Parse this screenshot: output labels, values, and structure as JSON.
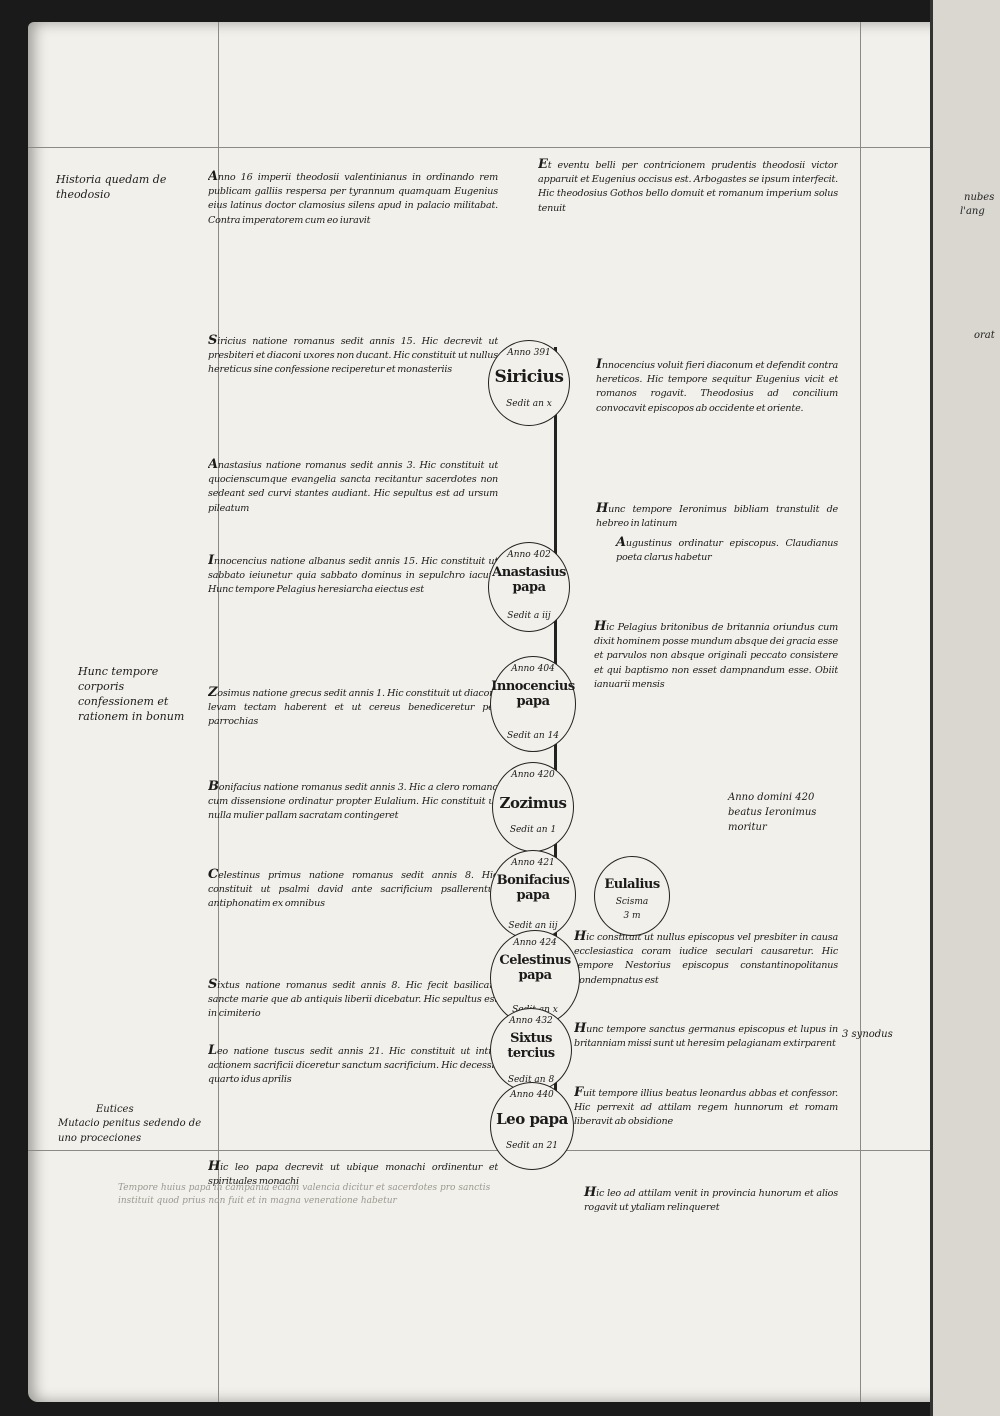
{
  "margin": {
    "note_theodosius": "Historia quedam de theodosio",
    "note_confession": "Hunc tempore corporis confessionem et rationem in bonum",
    "note_eutices_title": "Eutices",
    "note_eutices": "Mutacio penitus sedendo de uno proceciones"
  },
  "column_left": [
    "Anno 16 imperii theodosii valentinianus in ordinando rem publicam galliis respersa per tyrannum quamquam Eugenius eius latinus doctor clamosius silens apud in palacio militabat. Contra imperatorem cum eo iuravit",
    "Siricius natione romanus sedit annis 15. Hic decrevit ut presbiteri et diaconi uxores non ducant. Hic constituit ut nullus hereticus sine confessione reciperetur et monasteriis",
    "Anastasius natione romanus sedit annis 3. Hic constituit ut quocienscumque evangelia sancta recitantur sacerdotes non sedeant sed curvi stantes audiant. Hic sepultus est ad ursum pileatum",
    "Innocencius natione albanus sedit annis 15. Hic constituit ut sabbato ieiunetur quia sabbato dominus in sepulchro iacuit. Hunc tempore Pelagius heresiarcha eiectus est",
    "Zosimus natione grecus sedit annis 1. Hic constituit ut diaconi levam tectam haberent et ut cereus benediceretur per parrochias",
    "Bonifacius natione romanus sedit annis 3. Hic a clero romano cum dissensione ordinatur propter Eulalium. Hic constituit ut nulla mulier pallam sacratam contingeret",
    "Celestinus primus natione romanus sedit annis 8. Hic constituit ut psalmi david ante sacrificium psallerentur antiphonatim ex omnibus",
    "Sixtus natione romanus sedit annis 8. Hic fecit basilicam sancte marie que ab antiquis liberii dicebatur. Hic sepultus est in cimiterio",
    "Leo natione tuscus sedit annis 21. Hic constituit ut intra actionem sacrificii diceretur sanctum sacrificium. Hic decessit quarto idus aprilis",
    "Hic leo papa decrevit ut ubique monachi ordinentur et spirituales monachi"
  ],
  "column_right": [
    "Et eventu belli per contricionem prudentis theodosii victor apparuit et Eugenius occisus est. Arbogastes se ipsum interfecit. Hic theodosius Gothos bello domuit et romanum imperium solus tenuit",
    "Innocencius voluit fieri diaconum et defendit contra hereticos. Hic tempore sequitur Eugenius vicit et romanos rogavit. Theodosius ad concilium convocavit episcopos ab occidente et oriente.",
    "Hunc tempore Ieronimus bibliam transtulit de hebreo in latinum",
    "Augustinus ordinatur episcopus. Claudianus poeta clarus habetur",
    "Hic Pelagius britonibus de britannia oriundus cum dixit hominem posse mundum absque dei gracia esse et parvulos non absque originali peccato consistere et qui baptismo non esset dampnandum esse. Obiit ianuarii mensis",
    "Hic constituit ut nullus episcopus vel presbiter in causa ecclesiastica coram iudice seculari causaretur. Hic tempore Nestorius episcopus constantinopolitanus condempnatus est",
    "Hunc tempore sanctus germanus episcopus et lupus in britanniam missi sunt ut heresim pelagianam extirparent",
    "Fuit tempore illius beatus leonardus abbas et confessor. Hic perrexit ad attilam regem hunnorum et romam liberavit ab obsidione",
    "Hic leo ad attilam venit in provincia hunorum et alios rogavit ut ytaliam relinqueret"
  ],
  "right_margin": {
    "note_ieronimus": "Anno domini 420 beatus Ieronimus moritur",
    "note_synodus": "3 synodus"
  },
  "bottom_faint": "Tempore huius papa in campania eciam valencia dicitur et sacerdotes pro sanctis instituit quod prius non fuit et in magna veneratione habetur",
  "popes": [
    {
      "year": "Anno 391",
      "name": "Siricius",
      "sedit": "Sedit an x"
    },
    {
      "year": "Anno 402",
      "name": "Anastasius papa",
      "sedit": "Sedit a iij"
    },
    {
      "year": "Anno 404",
      "name": "Innocencius papa",
      "sedit": "Sedit an 14"
    },
    {
      "year": "Anno 420",
      "name": "Zozimus",
      "sedit": "Sedit an 1"
    },
    {
      "year": "Anno 421",
      "name": "Bonifacius papa",
      "sedit": "Sedit an iij"
    },
    {
      "year": "Anno 424",
      "name": "Celestinus papa",
      "sedit": "Sedit an x"
    },
    {
      "year": "Anno 432",
      "name": "Sixtus tercius",
      "sedit": "Sedit an 8"
    },
    {
      "year": "Anno 440",
      "name": "Leo papa",
      "sedit": "Sedit an 21"
    }
  ],
  "antipope": {
    "name": "Eulalius",
    "subtitle": "Scisma",
    "sedit": "3 m"
  },
  "next_page": {
    "note_a": "nubes",
    "note_b": "l'ang",
    "note_c": "orat"
  }
}
